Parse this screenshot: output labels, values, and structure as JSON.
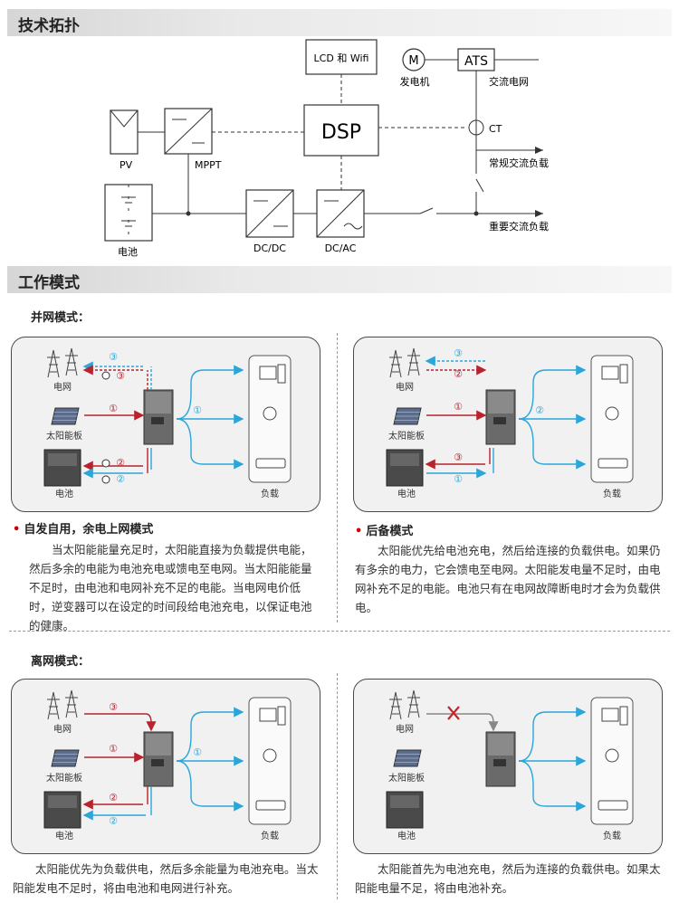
{
  "sections": {
    "topology_title": "技术拓扑",
    "modes_title": "工作模式"
  },
  "topology": {
    "lcd_wifi": "LCD 和 Wifi",
    "generator_symbol": "M",
    "generator": "发电机",
    "ats": "ATS",
    "ac_grid": "交流电网",
    "dsp": "DSP",
    "ct": "CT",
    "pv": "PV",
    "mppt": "MPPT",
    "normal_load": "常规交流负载",
    "battery": "电池",
    "dcdc": "DC/DC",
    "dcac": "DC/AC",
    "important_load": "重要交流负载"
  },
  "grid_mode": {
    "title": "并网模式："
  },
  "offgrid_mode": {
    "title": "离网模式："
  },
  "labels": {
    "grid": "电网",
    "solar": "太阳能板",
    "battery": "电池",
    "load": "负载",
    "n1": "①",
    "n2": "②",
    "n3": "③"
  },
  "descriptions": {
    "self_use_title": "自发自用，余电上网模式",
    "self_use_text": "当太阳能能量充足时，太阳能直接为负载提供电能，然后多余的电能为电池充电或馈电至电网。当太阳能能量不足时，由电池和电网补充不足的电能。当电网电价低时，逆变器可以在设定的时间段给电池充电，以保证电池的健康。",
    "backup_title": "后备模式",
    "backup_text": "太阳能优先给电池充电，然后给连接的负载供电。如果仍有多余的电力，它会馈电至电网。太阳能发电量不足时，由电网补充不足的电能。电池只有在电网故障断电时才会为负载供电。",
    "offgrid_a_text": "太阳能优先为负载供电，然后多余能量为电池充电。当太阳能发电不足时，将由电池和电网进行补充。",
    "offgrid_b_text": "太阳能首先为电池充电，然后为连接的负载供电。如果太阳能电量不足，将由电池补充。"
  },
  "colors": {
    "red": "#b8232e",
    "blue": "#2aa6d9",
    "dark": "#333333"
  }
}
